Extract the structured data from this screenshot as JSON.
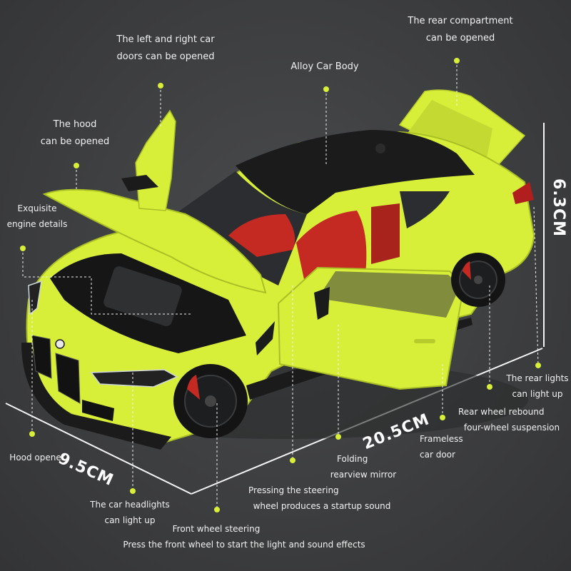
{
  "features": {
    "doors": [
      "The left and right car",
      "doors can be opened"
    ],
    "rear_compartment": [
      "The rear compartment",
      "can be opened"
    ],
    "alloy_body": "Alloy Car Body",
    "hood": [
      "The hood",
      "can be opened"
    ],
    "engine": [
      "Exquisite",
      "engine details"
    ],
    "hood_opener": "Hood opener",
    "headlights": [
      "The car headlights",
      "can light up"
    ],
    "front_wheel": [
      "Front wheel steering",
      "Press the front wheel to start the light and sound effects"
    ],
    "steering": [
      "Pressing the steering",
      "wheel produces a startup sound"
    ],
    "mirror": [
      "Folding",
      "rearview mirror"
    ],
    "frameless_door": [
      "Frameless",
      "car door"
    ],
    "suspension": [
      "Rear wheel rebound",
      "four-wheel suspension"
    ],
    "rear_lights": [
      "The rear lights",
      "can light up"
    ]
  },
  "dimensions": {
    "width": "9.5CM",
    "length": "20.5CM",
    "height": "6.3CM"
  },
  "colors": {
    "body": "#d8ef3a",
    "roof": "#1b1b1c",
    "interior": "#c42a22",
    "background": "#3e3f41",
    "accent_dot": "#d8ef3a",
    "text": "#f1f1f1"
  }
}
